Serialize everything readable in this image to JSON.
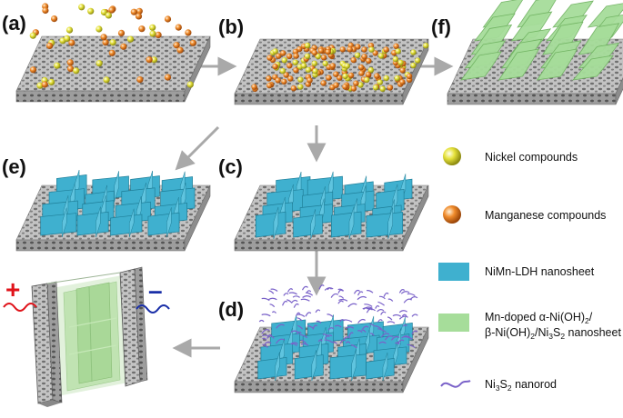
{
  "panels": {
    "a": "(a)",
    "b": "(b)",
    "c": "(c)",
    "d": "(d)",
    "e": "(e)",
    "f": "(f)"
  },
  "legend": {
    "nickel": "Nickel compounds",
    "manganese": "Manganese compounds",
    "ldh": "NiMn-LDH nanosheet",
    "mn_doped_line1_parts": [
      "Mn-doped α-Ni(OH)",
      "2",
      "/"
    ],
    "mn_doped_line2_parts": [
      "β-Ni(OH)",
      "2",
      "/Ni",
      "3",
      "S",
      "2",
      " nanosheet"
    ],
    "nanorod_parts": [
      "Ni",
      "3",
      "S",
      "2",
      " nanorod"
    ]
  },
  "device": {
    "positive": "+",
    "negative": "–"
  },
  "colors": {
    "substrate": "#b9b9b9",
    "ldh": "#3fb0cf",
    "mn_doped": "#a6dd9a",
    "nickel": "#e3e23b",
    "manganese": "#ef8a2a",
    "nanorod": "#7a62c9",
    "arrow": "#a9a9a9",
    "plus": "#e0131a",
    "minus": "#1a2fa8"
  }
}
